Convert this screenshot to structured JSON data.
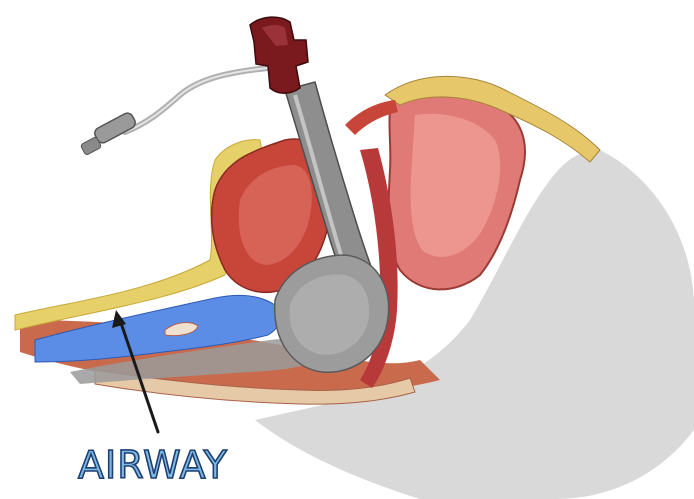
{
  "diagram": {
    "label_text": "AIRWAY",
    "colors": {
      "background": "#ffffff",
      "head_silhouette": "#d9d9d9",
      "tissue_red": "#c8453a",
      "tissue_pink": "#e07a76",
      "fat_yellow": "#e6d06a",
      "airway_blue": "#5b8de6",
      "tube_gray": "#8e8e8e",
      "cuff_gray": "#9c9c9c",
      "connector_red": "#7a1a1f",
      "label_fill": "#7bbbe6",
      "label_outline": "#1f3f73",
      "pointer": "#1a1a1a"
    },
    "icons": [
      "airway-pointer-arrow",
      "endotracheal-tube",
      "inflated-cuff",
      "pilot-balloon-line"
    ]
  }
}
